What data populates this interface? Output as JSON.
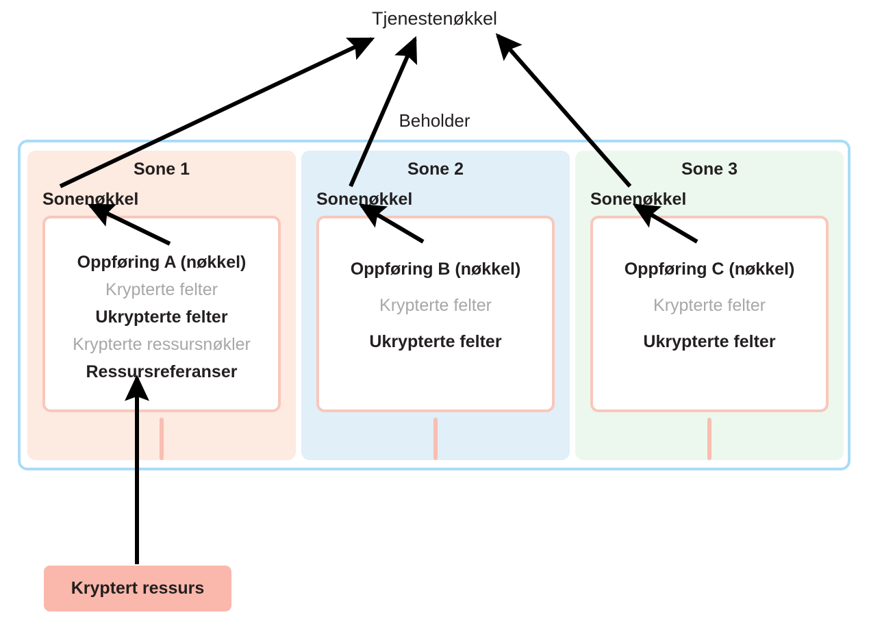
{
  "diagram": {
    "service_key_label": "Tjenestenøkkel",
    "container_label": "Beholder",
    "resource_box_label": "Kryptert ressurs",
    "zones": [
      {
        "title": "Sone 1",
        "zone_key_label": "Sonenøkkel",
        "entry": {
          "lines": [
            {
              "text": "Oppføring A (nøkkel)",
              "style": "strong"
            },
            {
              "text": "Krypterte felter",
              "style": "muted"
            },
            {
              "text": "Ukrypterte felter",
              "style": "strong"
            },
            {
              "text": "Krypterte ressursnøkler",
              "style": "muted"
            },
            {
              "text": "Ressursreferanser",
              "style": "strong"
            }
          ]
        }
      },
      {
        "title": "Sone 2",
        "zone_key_label": "Sonenøkkel",
        "entry": {
          "lines": [
            {
              "text": "Oppføring B (nøkkel)",
              "style": "strong"
            },
            {
              "text": "Krypterte felter",
              "style": "muted"
            },
            {
              "text": "Ukrypterte felter",
              "style": "strong"
            }
          ]
        }
      },
      {
        "title": "Sone 3",
        "zone_key_label": "Sonenøkkel",
        "entry": {
          "lines": [
            {
              "text": "Oppføring C (nøkkel)",
              "style": "strong"
            },
            {
              "text": "Krypterte felter",
              "style": "muted"
            },
            {
              "text": "Ukrypterte felter",
              "style": "strong"
            }
          ]
        }
      }
    ],
    "colors": {
      "zone_1_bg": "#fdeae0",
      "zone_2_bg": "#e0eff8",
      "zone_3_bg": "#ecf8ed",
      "container_border": "#a8dcf7",
      "entry_card_border": "#f9c7bc",
      "resource_box_bg": "#f9b8ab",
      "dashed_line": "#f9bdb1",
      "text_strong": "#231f20",
      "text_muted": "#a7a7a7",
      "arrow": "#000000"
    },
    "arrows": [
      {
        "name": "zone-1-key-to-service-key",
        "from": "Sone 1 Sonenøkkel",
        "to": "Tjenestenøkkel"
      },
      {
        "name": "zone-2-key-to-service-key",
        "from": "Sone 2 Sonenøkkel",
        "to": "Tjenestenøkkel"
      },
      {
        "name": "zone-3-key-to-service-key",
        "from": "Sone 3 Sonenøkkel",
        "to": "Tjenestenøkkel"
      },
      {
        "name": "entry-a-to-zone-1-key",
        "from": "Oppføring A (nøkkel)",
        "to": "Sone 1 Sonenøkkel"
      },
      {
        "name": "entry-b-to-zone-2-key",
        "from": "Oppføring B (nøkkel)",
        "to": "Sone 2 Sonenøkkel"
      },
      {
        "name": "entry-c-to-zone-3-key",
        "from": "Oppføring C (nøkkel)",
        "to": "Sone 3 Sonenøkkel"
      },
      {
        "name": "resource-to-entry-a-refs",
        "from": "Kryptert ressurs",
        "to": "Ressursreferanser"
      }
    ]
  }
}
